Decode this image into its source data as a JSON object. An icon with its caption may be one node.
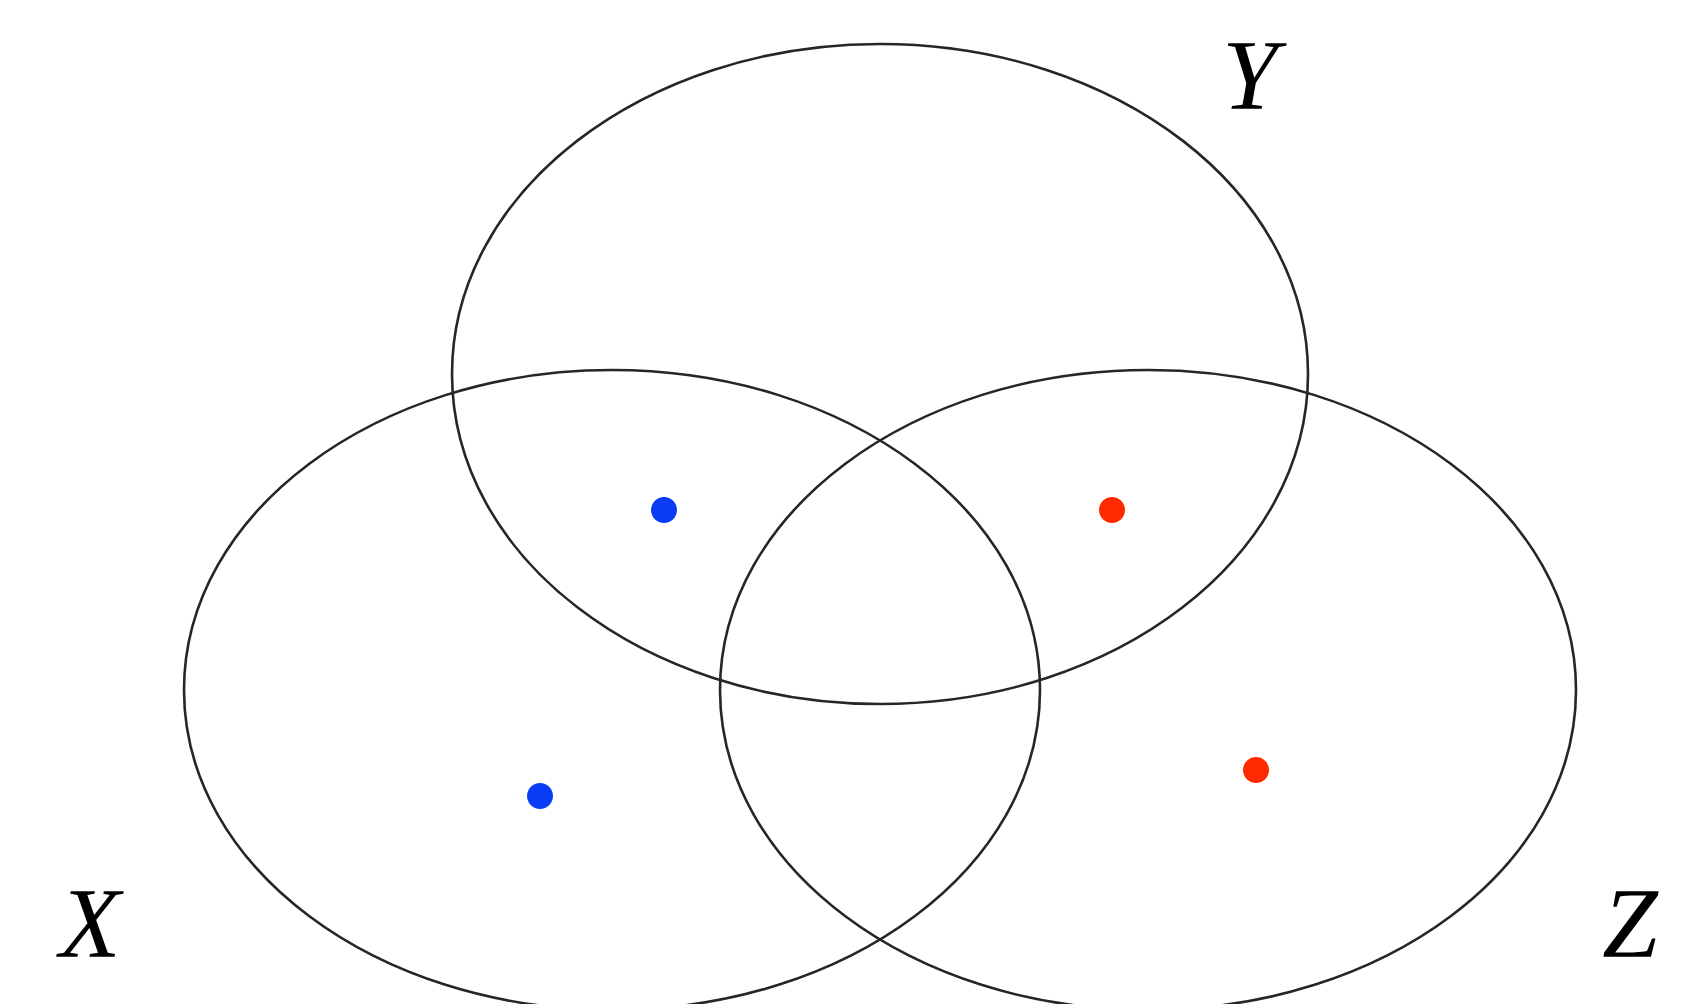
{
  "diagram": {
    "nodes": [
      {
        "text": [
          "Y"
        ]
      },
      {
        "text": [
          "X"
        ]
      },
      {
        "text": [
          "Z"
        ]
      },
      {
        "text": [],
        "shape": "circle"
      },
      {
        "text": [],
        "shape": "circle"
      },
      {
        "text": [],
        "shape": "circle",
        "in": 1
      },
      {
        "text": [],
        "shape": "circle",
        "in": 2
      }
    ]
  }
}
